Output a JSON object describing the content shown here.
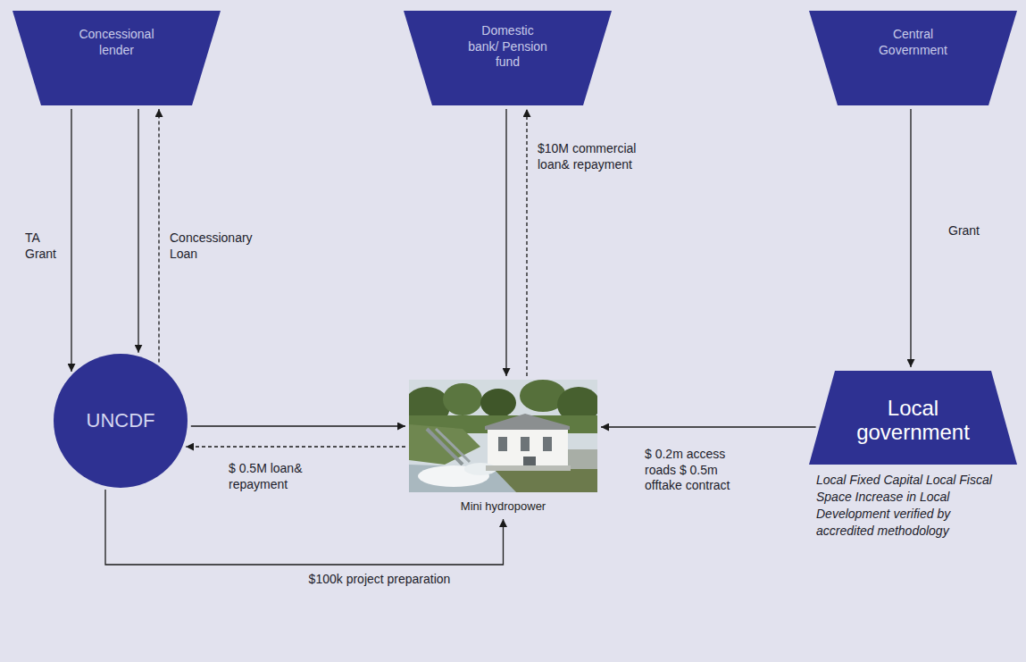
{
  "diagram": {
    "nodes": [
      {
        "text": [
          "Concessional lender"
        ]
      },
      {
        "text": [
          "Domestic bank/ Pension fund"
        ]
      },
      {
        "text": [
          "Central Government"
        ]
      },
      {
        "text": [
          "UNCDF"
        ]
      },
      {
        "text": [
          "Mini hydropower"
        ]
      },
      {
        "text": [
          "Local government",
          "Local Fixed Capital Local Fiscal Space Increase in Local Development verified by accredited methodology"
        ]
      }
    ],
    "edges": [
      {
        "from": 0,
        "to": 3,
        "arrow": "to",
        "label": "TA Grant"
      },
      {
        "from": 0,
        "to": 3,
        "arrow": "to"
      },
      {
        "from": 3,
        "to": 0,
        "arrow": "to",
        "label": "Concessionary Loan"
      },
      {
        "from": 1,
        "to": 4,
        "arrow": "to"
      },
      {
        "from": 4,
        "to": 1,
        "arrow": "to",
        "label": "$10M commercial loan& repayment"
      },
      {
        "from": 2,
        "to": 5,
        "arrow": "to",
        "label": "Grant"
      },
      {
        "from": 3,
        "to": 4,
        "arrow": "to"
      },
      {
        "from": 4,
        "to": 3,
        "arrow": "to",
        "label": "$ 0.5M loan& repayment"
      },
      {
        "from": 5,
        "to": 4,
        "arrow": "to",
        "label": "$ 0.2m access roads $ 0.5m offtake contract"
      },
      {
        "from": 3,
        "to": 4,
        "arrow": "to",
        "label": "$100k project preparation"
      }
    ]
  }
}
